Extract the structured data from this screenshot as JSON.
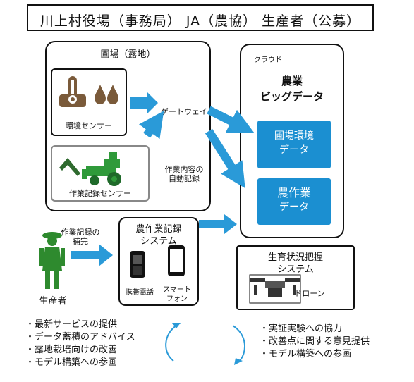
{
  "title": "川上村役場（事務局） JA（農協） 生産者（公募）",
  "field": {
    "label": "圃場（露地）",
    "sensor_env": "環境センサー",
    "sensor_work": "作業記録センサー",
    "gateway": "ゲートウェイ",
    "auto_record": [
      "作業内容の",
      "自動記録"
    ]
  },
  "cloud": {
    "label": "クラウド",
    "big_data": [
      "農業",
      "ビッグデータ"
    ],
    "env_data": [
      "圃場環境",
      "データ"
    ],
    "crop_data": [
      "農作業",
      "データ"
    ]
  },
  "farmer": {
    "label": "生産者",
    "note": [
      "作業記録の",
      "補完"
    ]
  },
  "work_system": {
    "label": [
      "農作業記録",
      "システム"
    ],
    "phone": "携帯電話",
    "smartphone": [
      "スマート",
      "フォン"
    ]
  },
  "growth_system": {
    "label": [
      "生育状況把握",
      "システム"
    ],
    "drone": "ドローン"
  },
  "left_bullets": [
    "・最新サービスの提供",
    "・データ蓄積のアドバイス",
    "・露地栽培向けの改善",
    "・モデル構築への参画"
  ],
  "right_bullets": [
    "・実証実験への協力",
    "・改善点に関する意見提供",
    "・モデル構築への参画"
  ],
  "colors": {
    "accent_blue": "#1b8fd1",
    "arrow_blue": "#2a9ad8",
    "icon_brown": "#7a5a3a",
    "tractor_green": "#2f9a3a",
    "farmer_green": "#2e8a2e"
  }
}
